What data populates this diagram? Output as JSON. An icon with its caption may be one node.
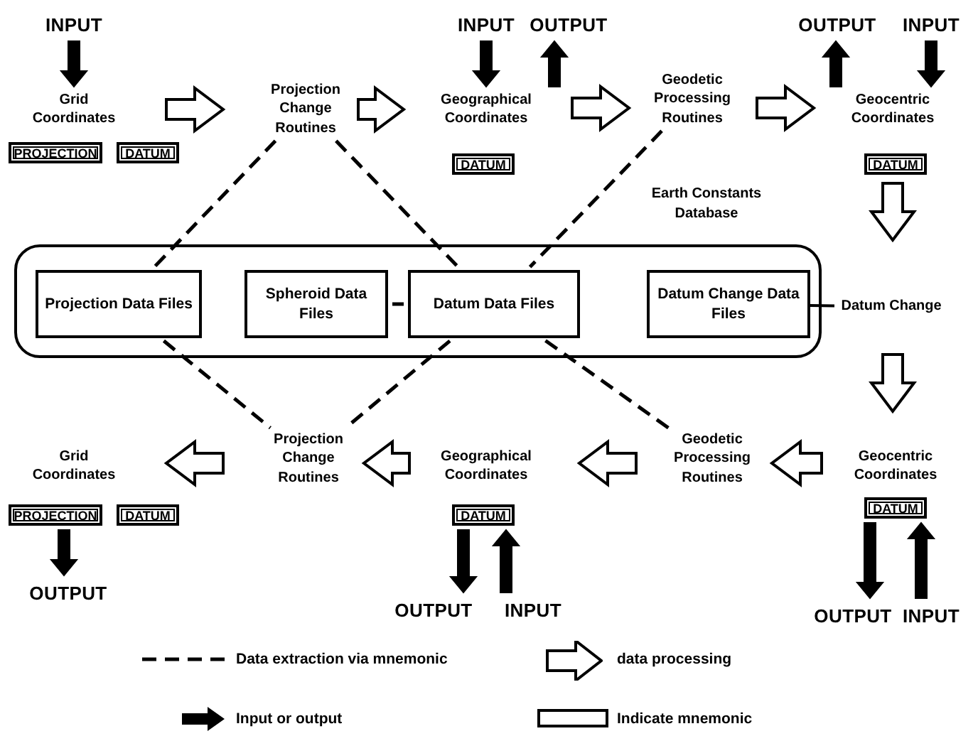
{
  "diagram": {
    "nodes": [
      {
        "text": [
          "INPUT"
        ]
      },
      {
        "text": [
          "Grid Coordinates"
        ]
      },
      {
        "text": [
          "PROJECTION"
        ]
      },
      {
        "text": [
          "DATUM"
        ]
      },
      {
        "text": [
          "Projection Change Routines"
        ]
      },
      {
        "text": [
          "INPUT"
        ]
      },
      {
        "text": [
          "OUTPUT"
        ]
      },
      {
        "text": [
          "Geographical Coordinates"
        ]
      },
      {
        "text": [
          "DATUM"
        ]
      },
      {
        "text": [
          "Geodetic Processing Routines"
        ]
      },
      {
        "text": [
          "OUTPUT"
        ]
      },
      {
        "text": [
          "INPUT"
        ]
      },
      {
        "text": [
          "Geocentric Coordinates"
        ]
      },
      {
        "text": [
          "DATUM"
        ]
      },
      {
        "text": [
          "Earth Constants Database"
        ]
      },
      {
        "text": [
          "Projection Data Files"
        ],
        "in": 14
      },
      {
        "text": [
          "Spheroid Data Files"
        ],
        "in": 14
      },
      {
        "text": [
          "Datum Data Files"
        ],
        "in": 14
      },
      {
        "text": [
          "Datum Change Data Files"
        ],
        "in": 14
      },
      {
        "text": [
          "Datum Change"
        ]
      },
      {
        "text": [
          "Grid Coordinates"
        ]
      },
      {
        "text": [
          "PROJECTION"
        ]
      },
      {
        "text": [
          "DATUM"
        ]
      },
      {
        "text": [
          "OUTPUT"
        ]
      },
      {
        "text": [
          "Projection Change Routines"
        ]
      },
      {
        "text": [
          "Geographical Coordinates"
        ]
      },
      {
        "text": [
          "DATUM"
        ]
      },
      {
        "text": [
          "OUTPUT"
        ]
      },
      {
        "text": [
          "INPUT"
        ]
      },
      {
        "text": [
          "Geodetic Processing Routines"
        ]
      },
      {
        "text": [
          "Geocentric Coordinates"
        ]
      },
      {
        "text": [
          "DATUM"
        ]
      },
      {
        "text": [
          "OUTPUT"
        ]
      },
      {
        "text": [
          "INPUT"
        ]
      }
    ],
    "edges": [
      {
        "from": 0,
        "to": 1,
        "arrow": "to",
        "style": "thick"
      },
      {
        "from": 1,
        "to": 4,
        "arrow": "to"
      },
      {
        "from": 4,
        "to": 7,
        "arrow": "to"
      },
      {
        "from": 5,
        "to": 7,
        "arrow": "to",
        "style": "thick"
      },
      {
        "from": 7,
        "to": 6,
        "arrow": "to",
        "style": "thick"
      },
      {
        "from": 7,
        "to": 9,
        "arrow": "to"
      },
      {
        "from": 9,
        "to": 12,
        "arrow": "to"
      },
      {
        "from": 12,
        "to": 10,
        "arrow": "to",
        "style": "thick"
      },
      {
        "from": 11,
        "to": 12,
        "arrow": "to",
        "style": "thick"
      },
      {
        "from": 12,
        "to": 19,
        "arrow": "to"
      },
      {
        "from": 19,
        "to": 30,
        "arrow": "to"
      },
      {
        "from": 30,
        "to": 29,
        "arrow": "to"
      },
      {
        "from": 29,
        "to": 25,
        "arrow": "to"
      },
      {
        "from": 25,
        "to": 24,
        "arrow": "to"
      },
      {
        "from": 24,
        "to": 20,
        "arrow": "to"
      },
      {
        "from": 21,
        "to": 23,
        "arrow": "to",
        "style": "thick"
      },
      {
        "from": 26,
        "to": 27,
        "arrow": "to",
        "style": "thick"
      },
      {
        "from": 28,
        "to": 26,
        "arrow": "to",
        "style": "thick"
      },
      {
        "from": 31,
        "to": 32,
        "arrow": "to",
        "style": "thick"
      },
      {
        "from": 33,
        "to": 31,
        "arrow": "to",
        "style": "thick"
      },
      {
        "from": 4,
        "to": 15,
        "arrow": "none",
        "style": "dashed"
      },
      {
        "from": 4,
        "to": 17,
        "arrow": "none",
        "style": "dashed"
      },
      {
        "from": 9,
        "to": 17,
        "arrow": "none",
        "style": "dashed"
      },
      {
        "from": 16,
        "to": 17,
        "arrow": "none",
        "style": "dashed"
      },
      {
        "from": 15,
        "to": 24,
        "arrow": "none",
        "style": "dashed"
      },
      {
        "from": 17,
        "to": 24,
        "arrow": "none",
        "style": "dashed"
      },
      {
        "from": 17,
        "to": 29,
        "arrow": "none",
        "style": "dashed"
      },
      {
        "from": 18,
        "to": 19,
        "arrow": "none"
      }
    ],
    "legend": [
      {
        "text": "Data extraction via mnemonic"
      },
      {
        "text": "data processing"
      },
      {
        "text": "Input or output"
      },
      {
        "text": "Indicate mnemonic"
      }
    ]
  }
}
